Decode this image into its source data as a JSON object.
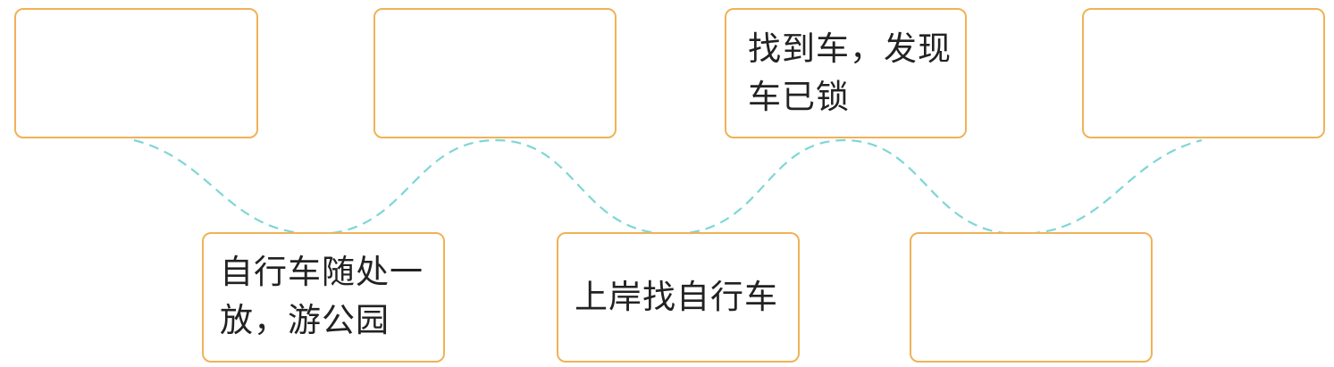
{
  "diagram": {
    "line_color": "#7fd6d6",
    "box_border_color": "#f0b257",
    "boxes": [
      {
        "id": "box-1",
        "row": "top",
        "lines": []
      },
      {
        "id": "box-2",
        "row": "top",
        "lines": []
      },
      {
        "id": "box-3",
        "row": "top",
        "lines": [
          "找到车，发现",
          "车已锁"
        ]
      },
      {
        "id": "box-4",
        "row": "top",
        "lines": []
      },
      {
        "id": "box-5",
        "row": "bottom",
        "lines": [
          "自行车随处一",
          "放，游公园"
        ]
      },
      {
        "id": "box-6",
        "row": "bottom",
        "lines": [
          "上岸找自行车"
        ]
      },
      {
        "id": "box-7",
        "row": "bottom",
        "lines": []
      }
    ]
  }
}
